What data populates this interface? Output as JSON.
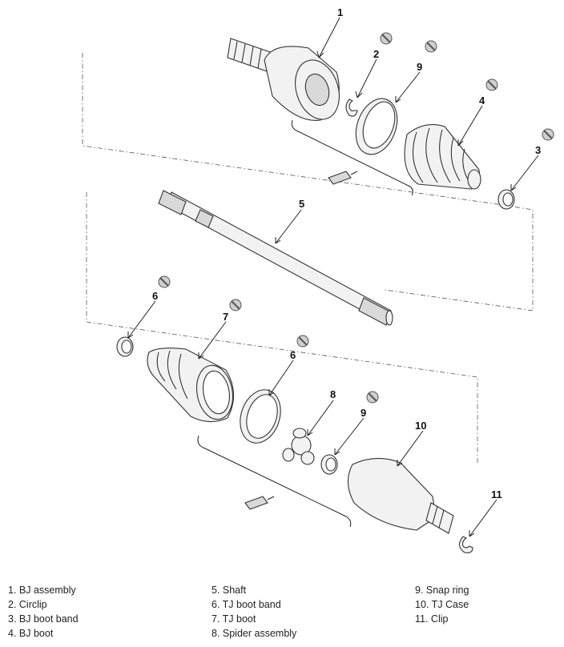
{
  "callouts": {
    "c1": "1",
    "c2": "2",
    "c9a": "9",
    "c4": "4",
    "c3": "3",
    "c5": "5",
    "c6a": "6",
    "c7": "7",
    "c6b": "6",
    "c8": "8",
    "c9b": "9",
    "c10": "10",
    "c11": "11"
  },
  "legend": {
    "col1": [
      "1. BJ assembly",
      "2. Circlip",
      "3. BJ boot band",
      "4. BJ boot"
    ],
    "col2": [
      "5. Shaft",
      "6. TJ boot band",
      "7. TJ boot",
      "8. Spider assembly"
    ],
    "col3": [
      "9. Snap ring",
      "10. TJ Case",
      "11. Clip"
    ]
  }
}
